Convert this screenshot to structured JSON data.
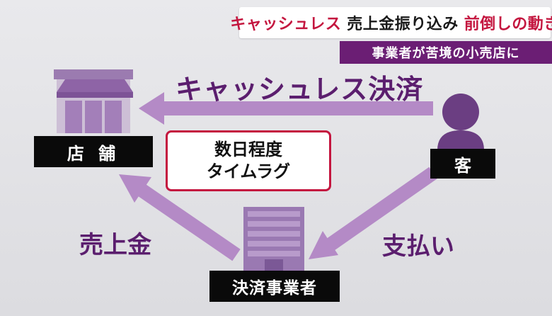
{
  "header": {
    "title_part1": "キャッシュレス",
    "title_part2": "売上金振り込み",
    "title_part3": "前倒しの動き",
    "subtitle": "事業者が苦境の小売店に"
  },
  "diagram": {
    "store_label": "店 舗",
    "customer_label": "客",
    "processor_label": "決済事業者",
    "lag_line1": "数日程度",
    "lag_line2": "タイムラグ",
    "arrow_cashless": "キャッシュレス決済",
    "arrow_sales": "売上金",
    "arrow_payment": "支払い"
  },
  "colors": {
    "accent": "#c4163f",
    "purple": "#5b1e6e",
    "arrow": "#b48ac6",
    "subtitle_bg": "#6b1e74"
  }
}
